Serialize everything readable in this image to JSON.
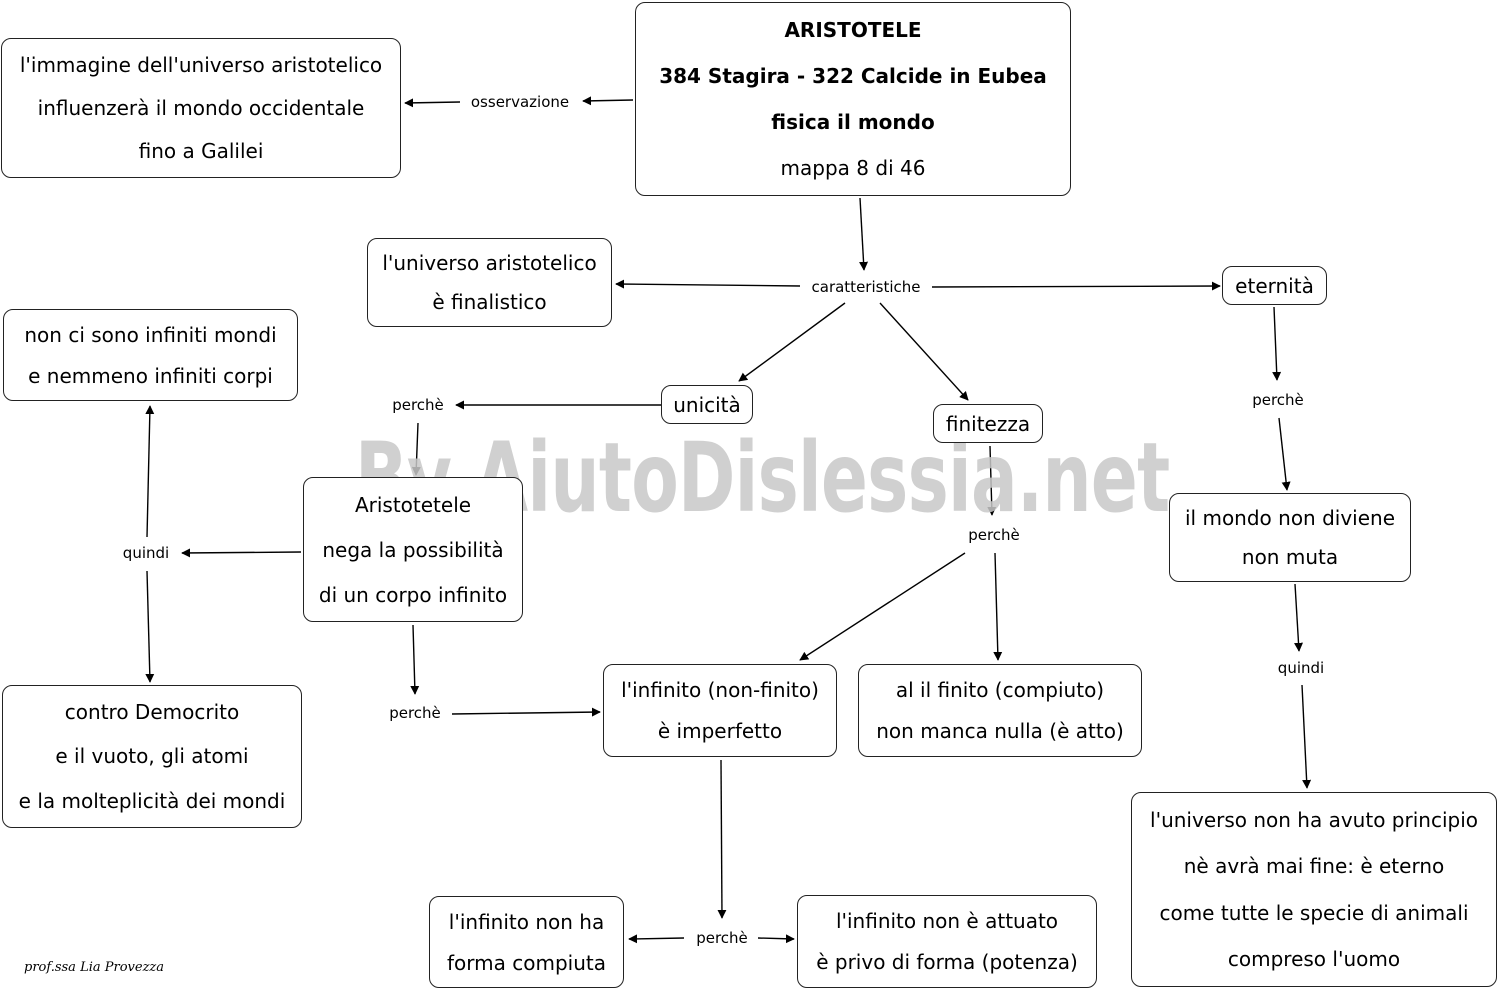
{
  "nodes": {
    "aristotele": {
      "lines": [
        "ARISTOTELE",
        "384 Stagira - 322 Calcide in Eubea",
        "fisica il mondo",
        "mappa 8 di 46"
      ]
    },
    "immagine": {
      "lines": [
        "l'immagine dell'universo aristotelico",
        "influenzerà il mondo occidentale",
        "fino a Galilei"
      ]
    },
    "finalistico": {
      "lines": [
        "l'universo aristotelico",
        "è finalistico"
      ]
    },
    "eternita": {
      "lines": [
        "eternità"
      ]
    },
    "infiniti_mondi": {
      "lines": [
        "non ci sono infiniti mondi",
        "e nemmeno  infiniti corpi"
      ]
    },
    "unicita": {
      "lines": [
        "unicità"
      ]
    },
    "finitezza": {
      "lines": [
        "finitezza"
      ]
    },
    "nega": {
      "lines": [
        "Aristotetele",
        "nega la possibilità",
        "di un corpo infinito"
      ]
    },
    "non_diviene": {
      "lines": [
        "il mondo non diviene",
        "non muta"
      ]
    },
    "democrito": {
      "lines": [
        "contro Democrito",
        "e il vuoto, gli atomi",
        "e la molteplicità dei mondi"
      ]
    },
    "imperfetto": {
      "lines": [
        "l'infinito (non-finito)",
        "è imperfetto"
      ]
    },
    "compiuto": {
      "lines": [
        "al il finito (compiuto)",
        "non manca nulla (è atto)"
      ]
    },
    "principio": {
      "lines": [
        "l'universo non ha avuto principio",
        "nè avrà mai fine: è eterno",
        "come tutte le specie di animali",
        "compreso l'uomo"
      ]
    },
    "forma_compiuta": {
      "lines": [
        "l'infinito non ha",
        "forma compiuta"
      ]
    },
    "non_attuato": {
      "lines": [
        "l'infinito non è attuato",
        "è privo di forma (potenza)"
      ]
    }
  },
  "labels": {
    "osservazione": "osservazione",
    "caratteristiche": "caratteristiche",
    "perche_unicita": "perchè",
    "perche_eternita": "perchè",
    "perche_finitezza": "perchè",
    "quindi_left": "quindi",
    "perche_nega": "perchè",
    "quindi_right": "quindi",
    "perche_bottom": "perchè"
  },
  "watermark": "By AiutoDislessia.net",
  "author": "prof.ssa Lia Provezza"
}
